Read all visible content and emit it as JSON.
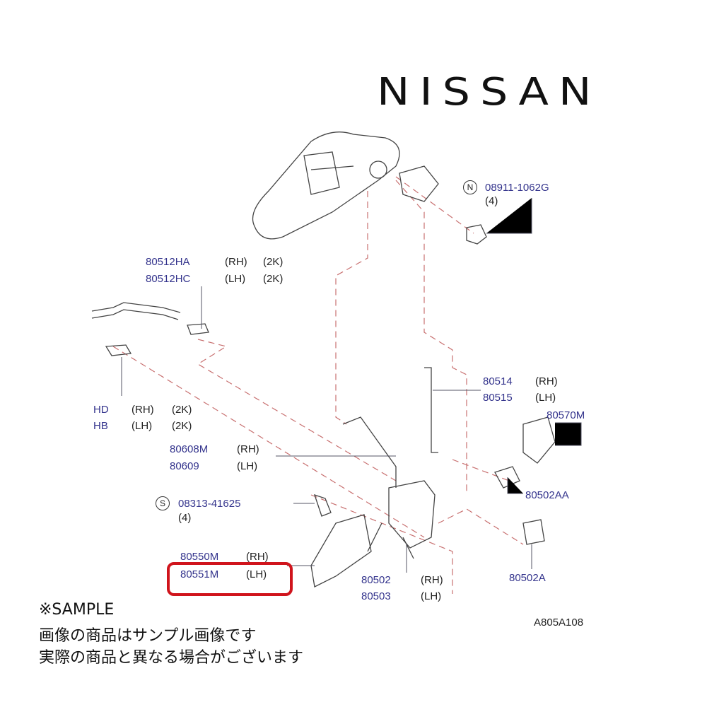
{
  "brand": {
    "logo_text": "NISSAN"
  },
  "callouts": {
    "nut": {
      "marker": "N",
      "part": "08911-1062G",
      "qty": "(4)"
    },
    "screw": {
      "marker": "S",
      "part": "08313-41625",
      "qty": "(4)"
    }
  },
  "parts": [
    {
      "part": "80512HA",
      "side": "(RH)",
      "code": "(2K)"
    },
    {
      "part": "80512HC",
      "side": "(LH)",
      "code": "(2K)"
    },
    {
      "part": "HD",
      "side": "(RH)",
      "code": "(2K)"
    },
    {
      "part": "HB",
      "side": "(LH)",
      "code": "(2K)"
    },
    {
      "part": "80608M",
      "side": "(RH)"
    },
    {
      "part": "80609",
      "side": "(LH)"
    },
    {
      "part": "80514",
      "side": "(RH)"
    },
    {
      "part": "80515",
      "side": "(LH)"
    },
    {
      "part": "80570M"
    },
    {
      "part": "80502AA"
    },
    {
      "part": "80550M",
      "side": "(RH)"
    },
    {
      "part": "80551M",
      "side": "(LH)"
    },
    {
      "part": "80502",
      "side": "(RH)"
    },
    {
      "part": "80503",
      "side": "(LH)"
    },
    {
      "part": "80502A"
    }
  ],
  "highlight": {
    "part": "80551M",
    "color": "#d0141c"
  },
  "diagram_code": "A805A108",
  "notes": [
    "※SAMPLE",
    "画像の商品はサンプル画像です",
    "実際の商品と異なる場合がございます"
  ],
  "colors": {
    "part_text": "#33338c",
    "dashed_line": "#c87070"
  }
}
